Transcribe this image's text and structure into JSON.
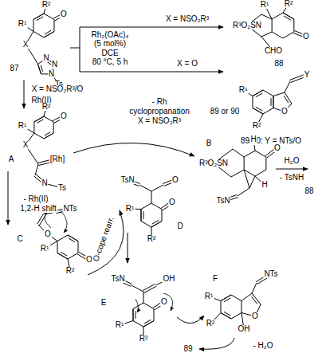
{
  "diagram": {
    "labels": [
      "R¹",
      "R²",
      "O",
      "X",
      "N",
      "N",
      "N",
      "Ts",
      "87",
      "Rh₂(OAc)₄",
      "(5 mol%)",
      "DCE",
      "80 °C, 5 h",
      "X = NSO₂R³",
      "X = O",
      "R¹",
      "R²",
      "O",
      "R³O₂SN",
      "CHO",
      "88",
      "Y",
      "R¹",
      "R²",
      "O",
      "89 or 90",
      "89/90: Y = NTs/O",
      "X = NSO₂R³/O",
      "Rh(II)",
      "R¹",
      "R²",
      "O",
      "X",
      "[Rh]",
      "N",
      "Ts",
      "A",
      "- Rh(II)",
      "1,2-H shift",
      "NTs",
      "O",
      "O",
      "R¹",
      "R²",
      "C",
      "O-cope rearr.",
      "- Rh",
      "cyclopropanation",
      "X = NSO₂R³",
      "R³O₂SN",
      "O",
      "H",
      "H",
      "TsN",
      "B",
      "H₂O",
      "- TsNH",
      "88",
      "TsN",
      "O",
      "R¹",
      "O",
      "R²",
      "D",
      "TsN",
      "OH",
      "R¹",
      "R²",
      "O",
      "E",
      "NTs",
      "R¹",
      "O",
      "OH",
      "R²",
      "F",
      "89",
      "- H₂O"
    ]
  }
}
